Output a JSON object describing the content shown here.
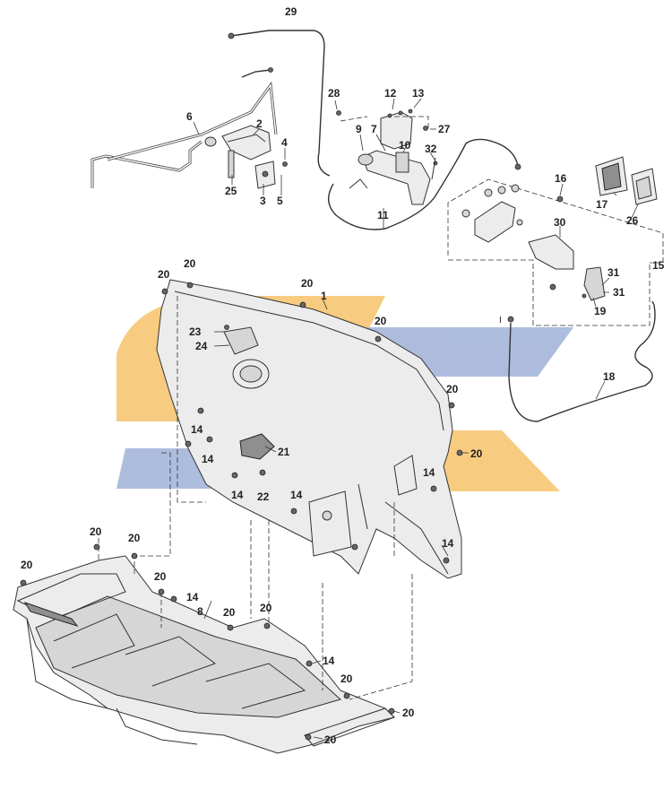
{
  "callouts": [
    {
      "id": "c29a",
      "text": "29"
    },
    {
      "id": "c6",
      "text": "6"
    },
    {
      "id": "c2",
      "text": "2"
    },
    {
      "id": "c4",
      "text": "4"
    },
    {
      "id": "c25",
      "text": "25"
    },
    {
      "id": "c3",
      "text": "3"
    },
    {
      "id": "c5",
      "text": "5"
    },
    {
      "id": "c28",
      "text": "28"
    },
    {
      "id": "c12",
      "text": "12"
    },
    {
      "id": "c13",
      "text": "13"
    },
    {
      "id": "c9",
      "text": "9"
    },
    {
      "id": "c7",
      "text": "7"
    },
    {
      "id": "c27",
      "text": "27"
    },
    {
      "id": "c10",
      "text": "10"
    },
    {
      "id": "c32",
      "text": "32"
    },
    {
      "id": "c11",
      "text": "11"
    },
    {
      "id": "c16",
      "text": "16"
    },
    {
      "id": "c17",
      "text": "17"
    },
    {
      "id": "c26",
      "text": "26"
    },
    {
      "id": "c30",
      "text": "30"
    },
    {
      "id": "c15",
      "text": "15"
    },
    {
      "id": "c31a",
      "text": "31"
    },
    {
      "id": "c31b",
      "text": "31"
    },
    {
      "id": "c19",
      "text": "19"
    },
    {
      "id": "c18",
      "text": "18"
    },
    {
      "id": "c20a",
      "text": "20"
    },
    {
      "id": "c20b",
      "text": "20"
    },
    {
      "id": "c20c",
      "text": "20"
    },
    {
      "id": "c1",
      "text": "1"
    },
    {
      "id": "c20d",
      "text": "20"
    },
    {
      "id": "c23",
      "text": "23"
    },
    {
      "id": "c24",
      "text": "24"
    },
    {
      "id": "c20e",
      "text": "20"
    },
    {
      "id": "c14a",
      "text": "14"
    },
    {
      "id": "c21",
      "text": "21"
    },
    {
      "id": "c20f",
      "text": "20"
    },
    {
      "id": "c14b",
      "text": "14"
    },
    {
      "id": "c22",
      "text": "22"
    },
    {
      "id": "c14c",
      "text": "14"
    },
    {
      "id": "c14d",
      "text": "14"
    },
    {
      "id": "c14e",
      "text": "14"
    },
    {
      "id": "c20g",
      "text": "20"
    },
    {
      "id": "c20h",
      "text": "20"
    },
    {
      "id": "c20i",
      "text": "20"
    },
    {
      "id": "c20j",
      "text": "20"
    },
    {
      "id": "c14f",
      "text": "14"
    },
    {
      "id": "c8",
      "text": "8"
    },
    {
      "id": "c20k",
      "text": "20"
    },
    {
      "id": "c20l",
      "text": "20"
    },
    {
      "id": "c14g",
      "text": "14"
    },
    {
      "id": "c20m",
      "text": "20"
    },
    {
      "id": "c20n",
      "text": "20"
    },
    {
      "id": "c20o",
      "text": "20"
    },
    {
      "id": "c14h",
      "text": "14"
    }
  ],
  "small_marks": {
    "pedal_mark": "I"
  },
  "watermark": {
    "text": "SC",
    "colors": {
      "orange": "#f6c36b",
      "blue": "#9fb1d8"
    }
  }
}
